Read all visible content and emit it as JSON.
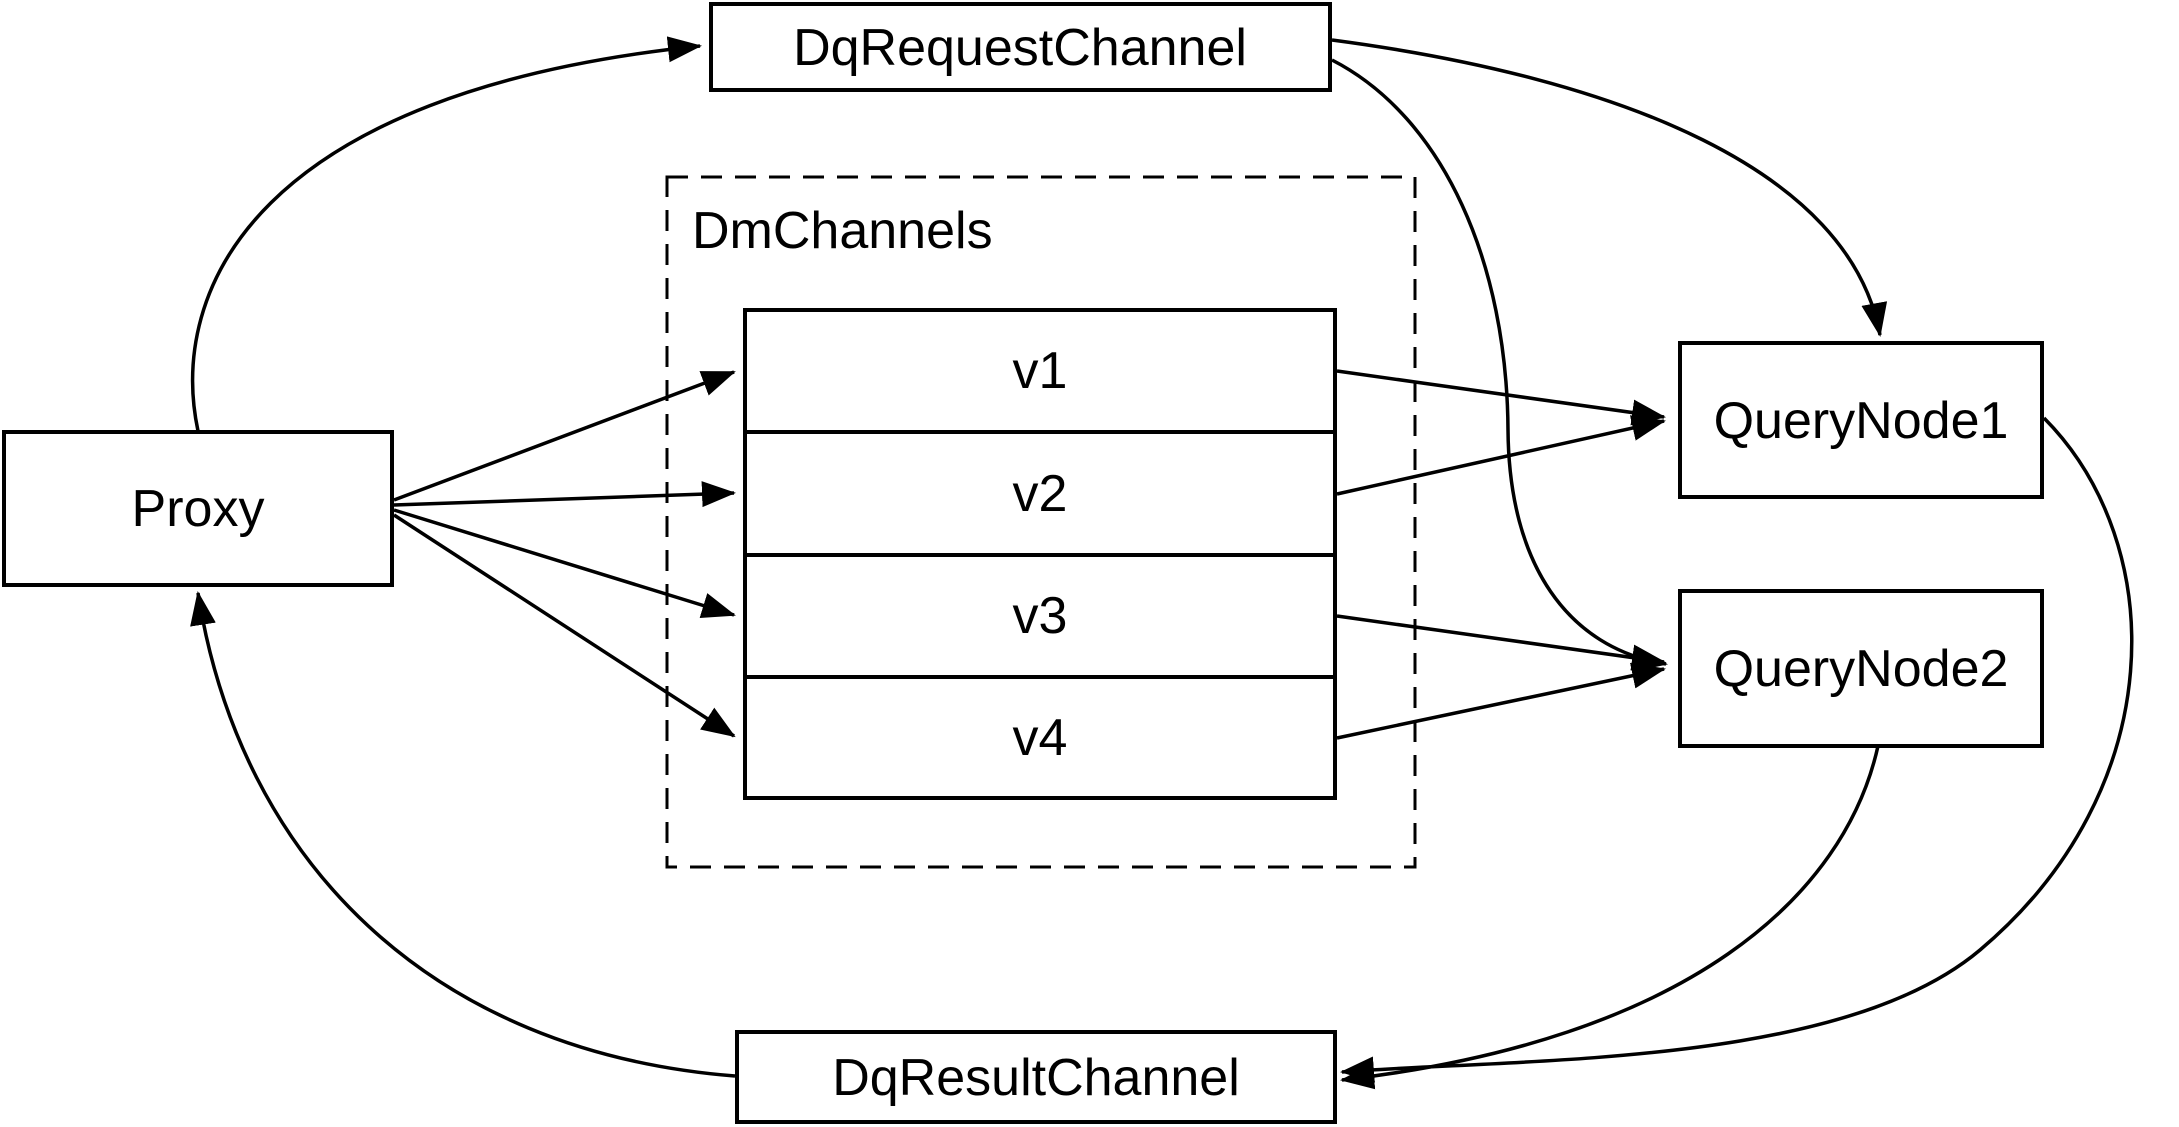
{
  "diagram": {
    "colors": {
      "background": "#ffffff",
      "stroke": "#000000"
    },
    "nodes": {
      "dq_request_channel": {
        "label": "DqRequestChannel"
      },
      "proxy": {
        "label": "Proxy"
      },
      "dm_channels": {
        "label": "DmChannels",
        "items": [
          {
            "label": "v1"
          },
          {
            "label": "v2"
          },
          {
            "label": "v3"
          },
          {
            "label": "v4"
          }
        ]
      },
      "query_node_1": {
        "label": "QueryNode1"
      },
      "query_node_2": {
        "label": "QueryNode2"
      },
      "dq_result_channel": {
        "label": "DqResultChannel"
      }
    },
    "edges": [
      {
        "from": "Proxy",
        "to": "DqRequestChannel"
      },
      {
        "from": "DqRequestChannel",
        "to": "QueryNode1"
      },
      {
        "from": "DqRequestChannel",
        "to": "QueryNode2"
      },
      {
        "from": "Proxy",
        "to": "v1"
      },
      {
        "from": "Proxy",
        "to": "v2"
      },
      {
        "from": "Proxy",
        "to": "v3"
      },
      {
        "from": "Proxy",
        "to": "v4"
      },
      {
        "from": "v1",
        "to": "QueryNode1"
      },
      {
        "from": "v2",
        "to": "QueryNode1"
      },
      {
        "from": "v3",
        "to": "QueryNode2"
      },
      {
        "from": "v4",
        "to": "QueryNode2"
      },
      {
        "from": "QueryNode1",
        "to": "DqResultChannel"
      },
      {
        "from": "QueryNode2",
        "to": "DqResultChannel"
      },
      {
        "from": "DqResultChannel",
        "to": "Proxy"
      }
    ]
  }
}
